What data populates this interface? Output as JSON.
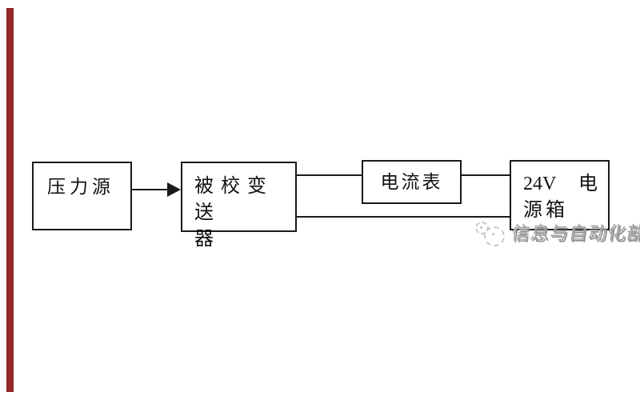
{
  "diagram": {
    "title": "transmitter-calibration-wiring-diagram",
    "nodes": [
      {
        "id": "pressure-source",
        "label": "压力源"
      },
      {
        "id": "transmitter-under-test",
        "label_lines": [
          "被校变送",
          "器"
        ]
      },
      {
        "id": "ammeter",
        "label": "电流表"
      },
      {
        "id": "power-box",
        "label_parts": {
          "line1_left": "24V",
          "line1_right": "电",
          "line2": "源箱"
        }
      }
    ],
    "connections": [
      {
        "from": "pressure-source",
        "to": "transmitter-under-test",
        "style": "arrow"
      },
      {
        "from": "transmitter-under-test",
        "to": "ammeter",
        "style": "plain"
      },
      {
        "from": "ammeter",
        "to": "power-box",
        "style": "plain"
      },
      {
        "from": "transmitter-under-test",
        "to": "power-box",
        "style": "plain"
      }
    ]
  },
  "watermark": {
    "text": "信息与自动化部",
    "logo": "mascot-emblem"
  },
  "colors": {
    "accent_bar": "#932626",
    "stroke": "#1a1a1a",
    "watermark_text": "#a6a6a6",
    "background": "#ffffff"
  }
}
